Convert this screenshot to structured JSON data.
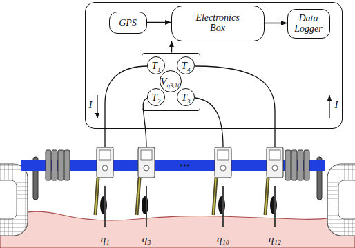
{
  "diagram": {
    "nodes": [
      {
        "text": []
      },
      {
        "text": [
          "GPS"
        ],
        "in": 0
      },
      {
        "text": [
          "Electronics Box"
        ],
        "in": 0
      },
      {
        "text": [
          "Data Logger"
        ],
        "in": 0
      },
      {
        "text": [],
        "in": 0
      },
      {
        "text": [
          "T",
          "1"
        ],
        "in": 4
      },
      {
        "text": [
          "T",
          "4"
        ],
        "in": 4
      },
      {
        "text": [
          "V",
          "q3,10"
        ],
        "in": 4
      },
      {
        "text": [
          "T",
          "2"
        ],
        "in": 4
      },
      {
        "text": [
          "T",
          "3"
        ],
        "in": 4
      }
    ],
    "edges": [
      {
        "from": 1,
        "to": 2,
        "arrow": "to"
      },
      {
        "from": 2,
        "to": 3,
        "arrow": "to"
      },
      {
        "from": 4,
        "to": 2,
        "arrow": "to"
      }
    ],
    "labels": [
      "I",
      "I",
      "⋯",
      "q₁",
      "q₃",
      "q₁₀",
      "q₁₂"
    ]
  }
}
